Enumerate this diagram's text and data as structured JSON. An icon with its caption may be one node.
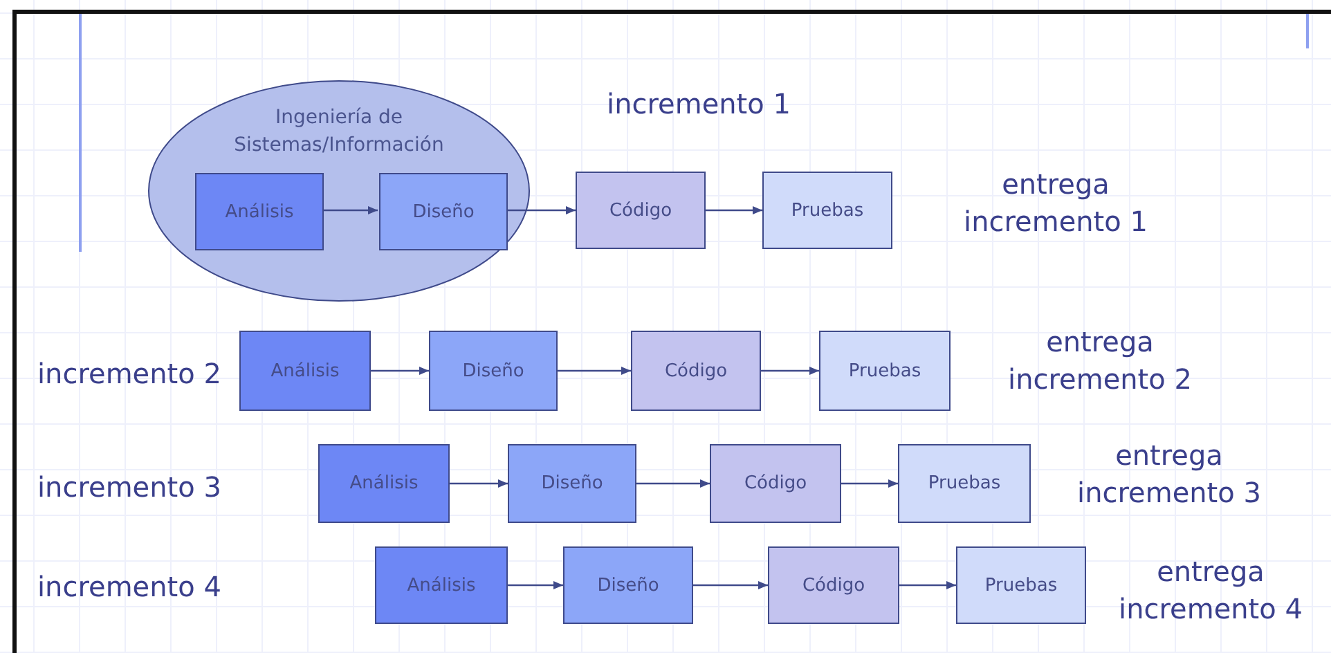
{
  "diagram": {
    "nodes": [
      {
        "text": [
          "Ingeniería de Sistemas/Información"
        ]
      },
      {
        "text": [
          "Análisis"
        ],
        "in": 0
      },
      {
        "text": [
          "Diseño"
        ],
        "in": 0
      },
      {
        "text": [
          "Código"
        ]
      },
      {
        "text": [
          "Pruebas"
        ]
      },
      {
        "text": [
          "Análisis"
        ]
      },
      {
        "text": [
          "Diseño"
        ]
      },
      {
        "text": [
          "Código"
        ]
      },
      {
        "text": [
          "Pruebas"
        ]
      },
      {
        "text": [
          "Análisis"
        ]
      },
      {
        "text": [
          "Diseño"
        ]
      },
      {
        "text": [
          "Código"
        ]
      },
      {
        "text": [
          "Pruebas"
        ]
      },
      {
        "text": [
          "Análisis"
        ]
      },
      {
        "text": [
          "Diseño"
        ]
      },
      {
        "text": [
          "Código"
        ]
      },
      {
        "text": [
          "Pruebas"
        ]
      }
    ],
    "edges": [
      {
        "from": 1,
        "to": 2,
        "arrow": "to"
      },
      {
        "from": 2,
        "to": 3,
        "arrow": "to"
      },
      {
        "from": 3,
        "to": 4,
        "arrow": "to"
      },
      {
        "from": 5,
        "to": 6,
        "arrow": "to"
      },
      {
        "from": 6,
        "to": 7,
        "arrow": "to"
      },
      {
        "from": 7,
        "to": 8,
        "arrow": "to"
      },
      {
        "from": 9,
        "to": 10,
        "arrow": "to"
      },
      {
        "from": 10,
        "to": 11,
        "arrow": "to"
      },
      {
        "from": 11,
        "to": 12,
        "arrow": "to"
      },
      {
        "from": 13,
        "to": 14,
        "arrow": "to"
      },
      {
        "from": 14,
        "to": 15,
        "arrow": "to"
      },
      {
        "from": 15,
        "to": 16,
        "arrow": "to"
      }
    ],
    "labels": [
      "incremento 1",
      "entrega incremento 1",
      "incremento 2",
      "entrega incremento 2",
      "incremento 3",
      "entrega incremento 3",
      "incremento 4",
      "entrega incremento 4"
    ]
  }
}
